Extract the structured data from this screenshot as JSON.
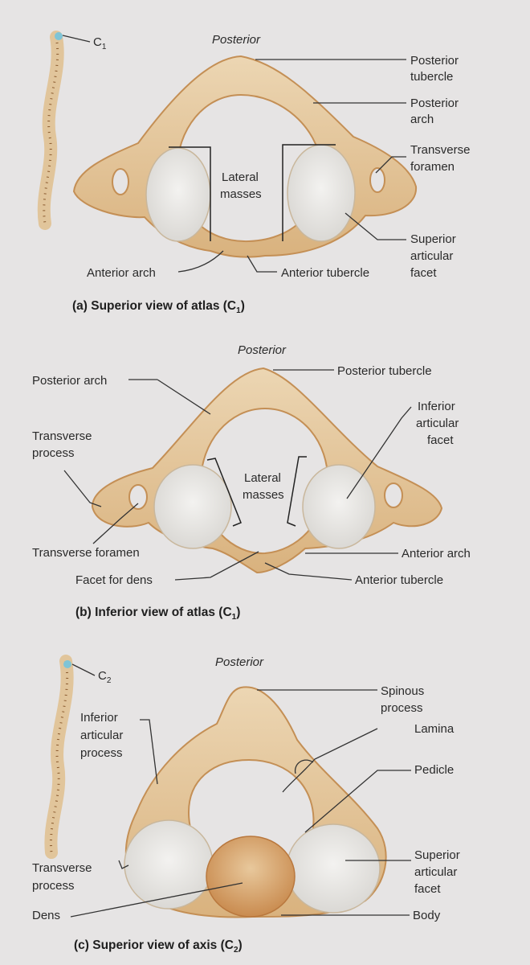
{
  "panel_a": {
    "side_label": "C",
    "side_label_sub": "1",
    "orientation": "Posterior",
    "labels": {
      "posterior_tubercle_l1": "Posterior",
      "posterior_tubercle_l2": "tubercle",
      "posterior_arch_l1": "Posterior",
      "posterior_arch_l2": "arch",
      "transverse_foramen_l1": "Transverse",
      "transverse_foramen_l2": "foramen",
      "lateral_masses_l1": "Lateral",
      "lateral_masses_l2": "masses",
      "superior_facet_l1": "Superior",
      "superior_facet_l2": "articular",
      "superior_facet_l3": "facet",
      "anterior_arch": "Anterior arch",
      "anterior_tubercle": "Anterior tubercle"
    },
    "caption_main": "(a) Superior view of atlas (C",
    "caption_sub": "1",
    "caption_end": ")"
  },
  "panel_b": {
    "orientation": "Posterior",
    "labels": {
      "posterior_arch": "Posterior arch",
      "posterior_tubercle": "Posterior tubercle",
      "inferior_facet_l1": "Inferior",
      "inferior_facet_l2": "articular",
      "inferior_facet_l3": "facet",
      "transverse_process_l1": "Transverse",
      "transverse_process_l2": "process",
      "lateral_masses_l1": "Lateral",
      "lateral_masses_l2": "masses",
      "transverse_foramen": "Transverse foramen",
      "anterior_arch": "Anterior arch",
      "facet_for_dens": "Facet for dens",
      "anterior_tubercle": "Anterior tubercle"
    },
    "caption_main": "(b) Inferior view of atlas (C",
    "caption_sub": "1",
    "caption_end": ")"
  },
  "panel_c": {
    "side_label": "C",
    "side_label_sub": "2",
    "orientation": "Posterior",
    "labels": {
      "spinous_process_l1": "Spinous",
      "spinous_process_l2": "process",
      "lamina": "Lamina",
      "inferior_process_l1": "Inferior",
      "inferior_process_l2": "articular",
      "inferior_process_l3": "process",
      "pedicle": "Pedicle",
      "transverse_process_l1": "Transverse",
      "transverse_process_l2": "process",
      "superior_facet_l1": "Superior",
      "superior_facet_l2": "articular",
      "superior_facet_l3": "facet",
      "dens": "Dens",
      "body": "Body"
    },
    "caption_main": "(c) Superior view of axis (C",
    "caption_sub": "2",
    "caption_end": ")"
  },
  "colors": {
    "background": "#e6e4e4",
    "bone": "#e3c9a1",
    "bone_edge": "#c48f55",
    "facet": "#ececea",
    "spine_dots": "#8a5a2e",
    "highlight": "#7fc4d6"
  }
}
